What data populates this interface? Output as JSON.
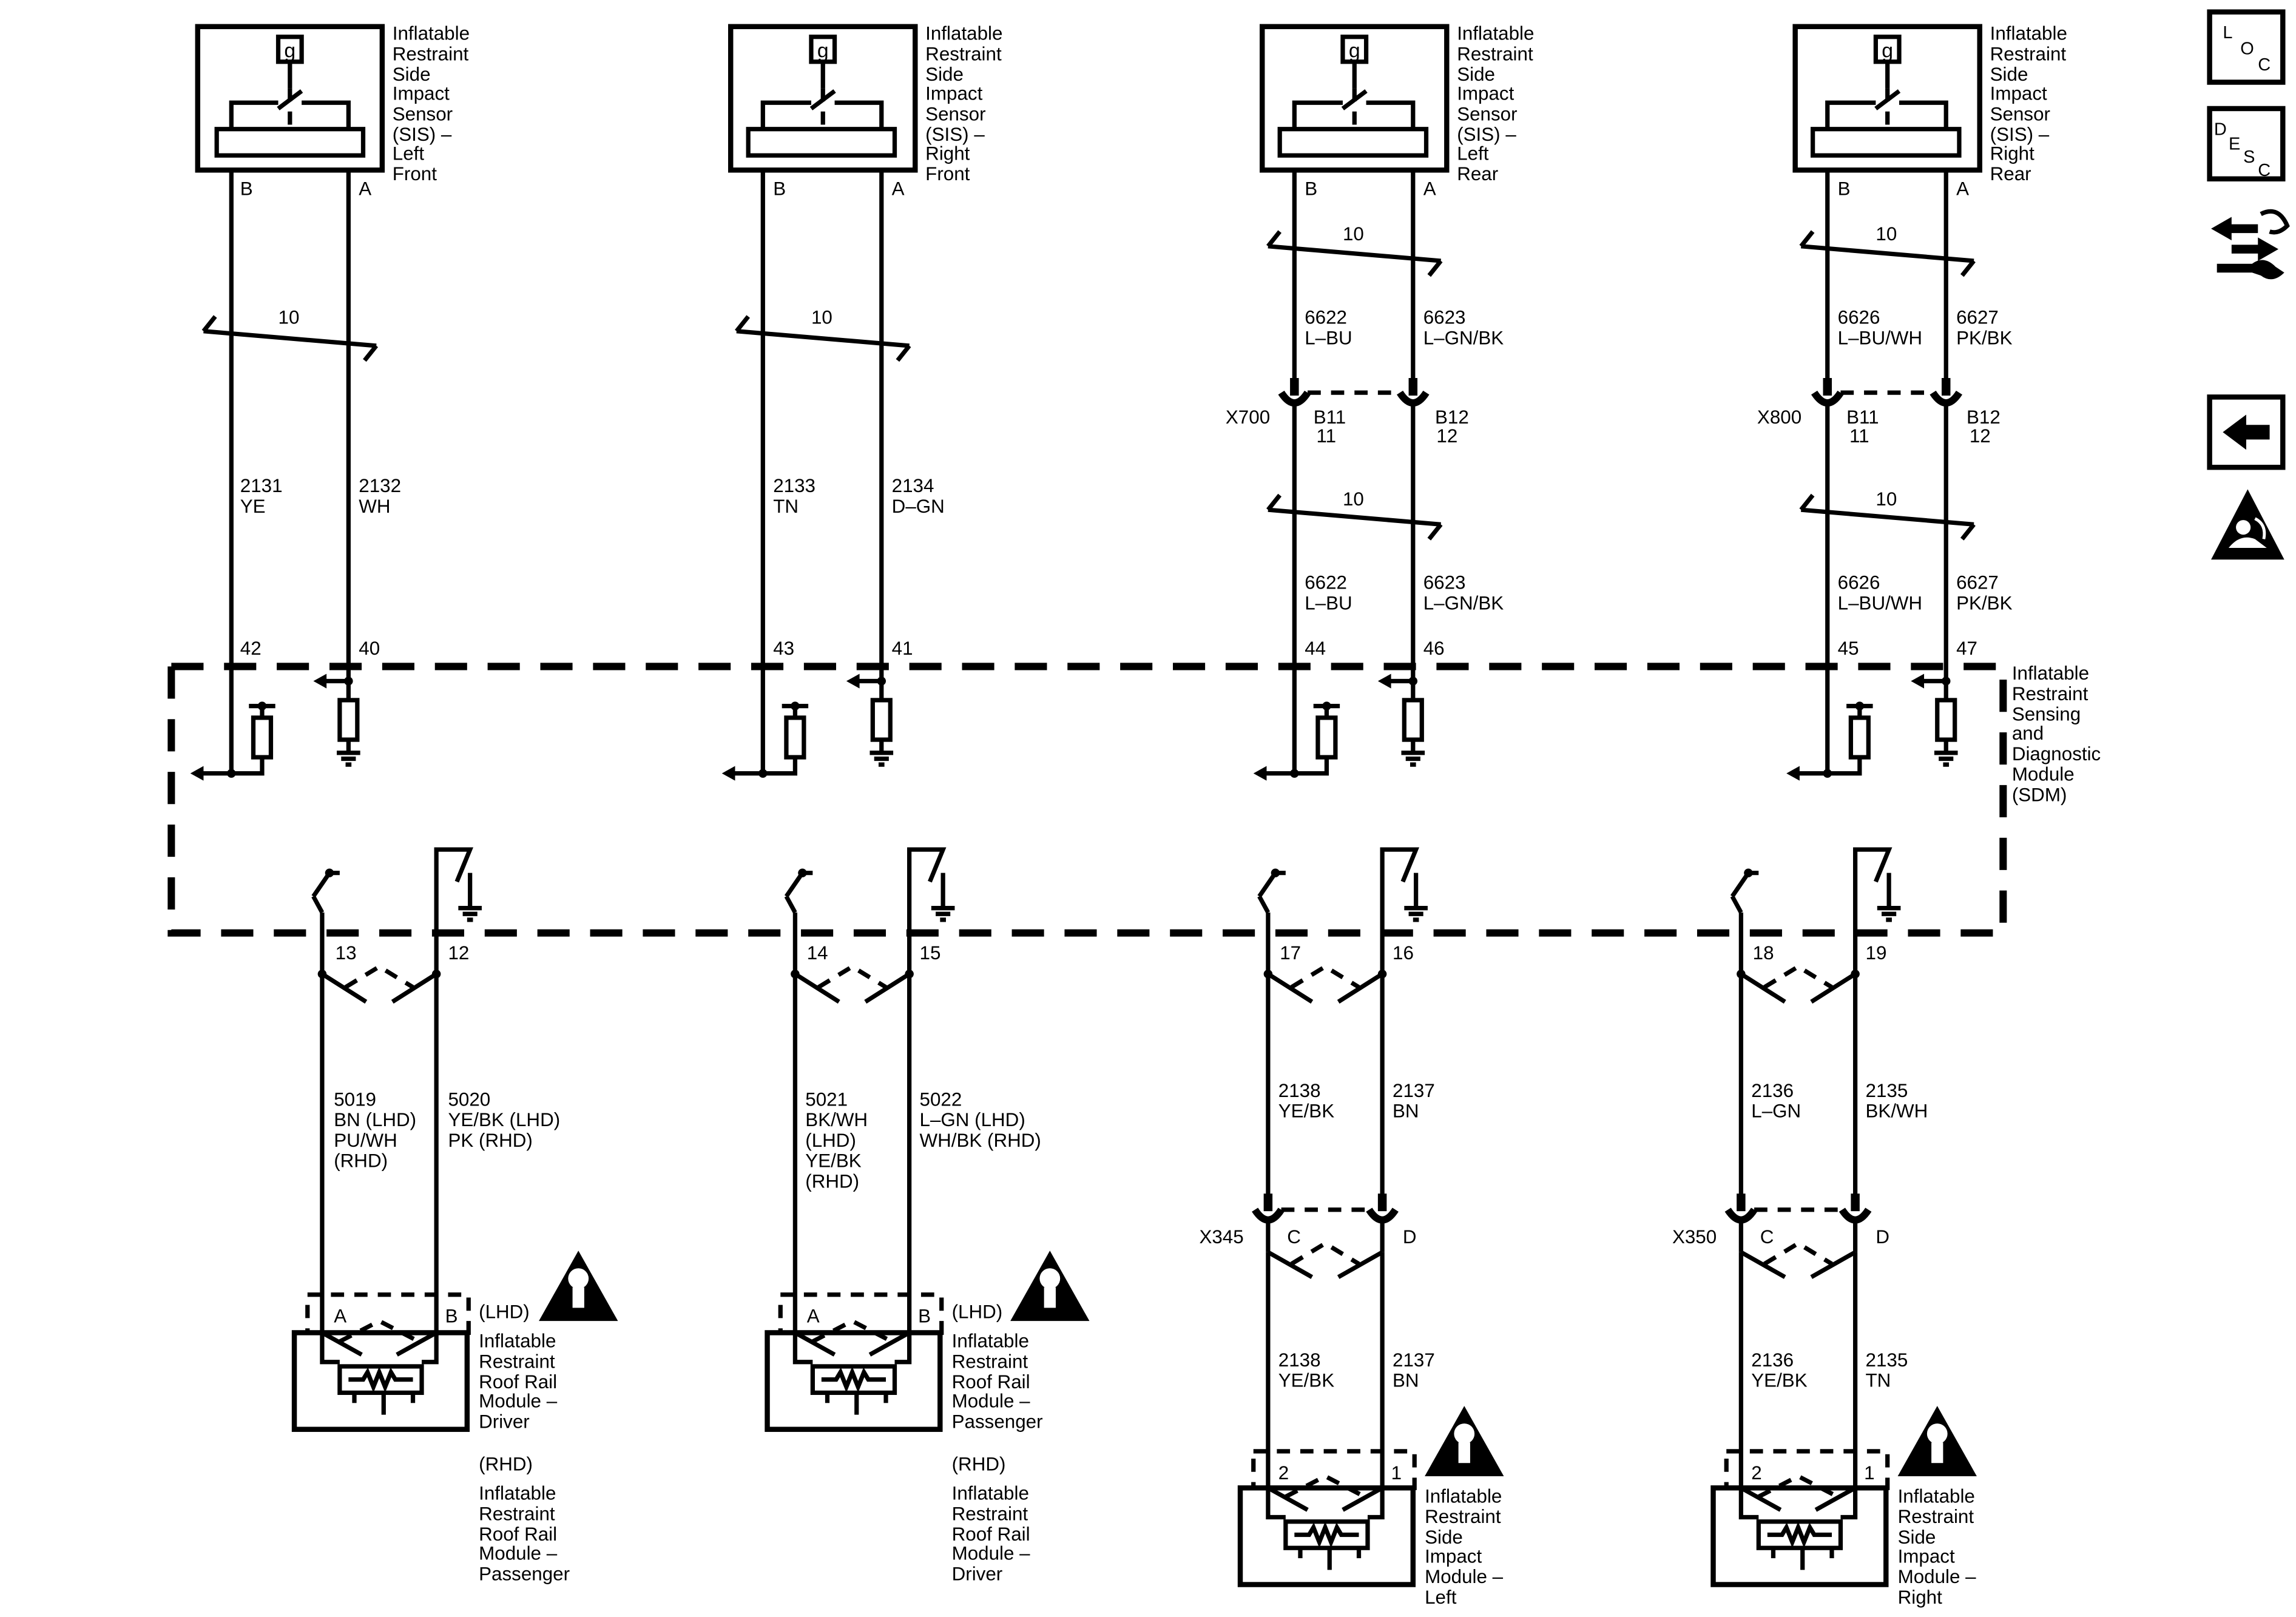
{
  "sensors": [
    {
      "lines": [
        "Inflatable",
        "Restraint",
        "Side",
        "Impact",
        "Sensor",
        "(SIS) –",
        "Left",
        "Front"
      ],
      "pin_b": "B",
      "pin_a": "A",
      "g_label": "g"
    },
    {
      "lines": [
        "Inflatable",
        "Restraint",
        "Side",
        "Impact",
        "Sensor",
        "(SIS) –",
        "Right",
        "Front"
      ],
      "pin_b": "B",
      "pin_a": "A",
      "g_label": "g"
    },
    {
      "lines": [
        "Inflatable",
        "Restraint",
        "Side",
        "Impact",
        "Sensor",
        "(SIS) –",
        "Left",
        "Rear"
      ],
      "pin_b": "B",
      "pin_a": "A",
      "g_label": "g"
    },
    {
      "lines": [
        "Inflatable",
        "Restraint",
        "Side",
        "Impact",
        "Sensor",
        "(SIS) –",
        "Right",
        "Rear"
      ],
      "pin_b": "B",
      "pin_a": "A",
      "g_label": "g"
    }
  ],
  "twist_label": "10",
  "front_wires": [
    {
      "b_circuit": "2131",
      "b_color": "YE",
      "a_circuit": "2132",
      "a_color": "WH",
      "sdm_b": "42",
      "sdm_a": "40"
    },
    {
      "b_circuit": "2133",
      "b_color": "TN",
      "a_circuit": "2134",
      "a_color": "D–GN",
      "sdm_b": "43",
      "sdm_a": "41"
    }
  ],
  "rear_wires": [
    {
      "connector": "X700",
      "b_circuit": "6622",
      "b_color": "L–BU",
      "a_circuit": "6623",
      "a_color": "L–GN/BK",
      "pin_b1": "B11",
      "pin_b2": "11",
      "pin_a1": "B12",
      "pin_a2": "12",
      "sdm_b": "44",
      "sdm_a": "46"
    },
    {
      "connector": "X800",
      "b_circuit": "6626",
      "b_color": "L–BU/WH",
      "a_circuit": "6627",
      "a_color": "PK/BK",
      "pin_b1": "B11",
      "pin_b2": "11",
      "pin_a1": "B12",
      "pin_a2": "12",
      "sdm_b": "45",
      "sdm_a": "47"
    }
  ],
  "sdm_label": [
    "Inflatable",
    "Restraint",
    "Sensing",
    "and",
    "Diagnostic",
    "Module",
    "(SDM)"
  ],
  "sdm_pins": [
    [
      "13",
      "12"
    ],
    [
      "14",
      "15"
    ],
    [
      "17",
      "16"
    ],
    [
      "18",
      "19"
    ]
  ],
  "roof_rail": [
    {
      "left_lines": [
        "5019",
        "BN (LHD)",
        "PU/WH",
        "(RHD)"
      ],
      "right_lines": [
        "5020",
        "YE/BK (LHD)",
        "PK (RHD)"
      ],
      "pin_a": "A",
      "pin_b": "B",
      "lhd": "(LHD)",
      "module_lines": [
        "Inflatable",
        "Restraint",
        "Roof Rail",
        "Module –",
        "Driver"
      ],
      "rhd": "(RHD)",
      "rhd_lines": [
        "Inflatable",
        "Restraint",
        "Roof Rail",
        "Module –",
        "Passenger"
      ]
    },
    {
      "left_lines": [
        "5021",
        "BK/WH",
        "(LHD)",
        "YE/BK",
        "(RHD)"
      ],
      "right_lines": [
        "5022",
        "L–GN (LHD)",
        "WH/BK (RHD)"
      ],
      "pin_a": "A",
      "pin_b": "B",
      "lhd": "(LHD)",
      "module_lines": [
        "Inflatable",
        "Restraint",
        "Roof Rail",
        "Module –",
        "Passenger"
      ],
      "rhd": "(RHD)",
      "rhd_lines": [
        "Inflatable",
        "Restraint",
        "Roof Rail",
        "Module –",
        "Driver"
      ]
    }
  ],
  "side_modules": [
    {
      "connector": "X345",
      "pin_c": "C",
      "pin_d": "D",
      "upper_l": [
        "2138",
        "YE/BK"
      ],
      "upper_r": [
        "2137",
        "BN"
      ],
      "lower_l": [
        "2138",
        "YE/BK"
      ],
      "lower_r": [
        "2137",
        "BN"
      ],
      "pin_2": "2",
      "pin_1": "1",
      "module_lines": [
        "Inflatable",
        "Restraint",
        "Side",
        "Impact",
        "Module –",
        "Left"
      ]
    },
    {
      "connector": "X350",
      "pin_c": "C",
      "pin_d": "D",
      "upper_l": [
        "2136",
        "L–GN"
      ],
      "upper_r": [
        "2135",
        "BK/WH"
      ],
      "lower_l": [
        "2136",
        "YE/BK"
      ],
      "lower_r": [
        "2135",
        "TN"
      ],
      "pin_2": "2",
      "pin_1": "1",
      "module_lines": [
        "Inflatable",
        "Restraint",
        "Side",
        "Impact",
        "Module –",
        "Right"
      ]
    }
  ],
  "nav": {
    "loc": [
      "L",
      "O",
      "C"
    ],
    "desc": [
      "D",
      "E",
      "S",
      "C"
    ]
  },
  "icons": {
    "loc_button": "loc-icon",
    "desc_button": "desc-icon",
    "connector_tool": "connector-tool-icon",
    "back_button": "back-arrow-icon",
    "airbag_warning": "airbag-warning-icon"
  }
}
